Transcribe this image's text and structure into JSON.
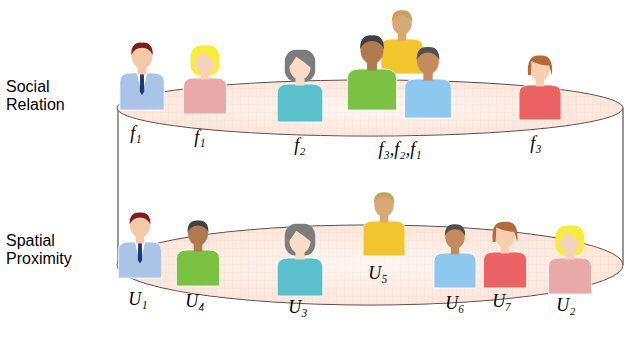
{
  "diagram": {
    "labels": [
      "Social Relation",
      "f₁",
      "f₁",
      "f₂",
      "f₃,f₂,f₁",
      "f₃",
      "Spatial Proximity",
      "U₁",
      "U₄",
      "U₃",
      "U₅",
      "U₆",
      "U₇",
      "U₂"
    ]
  }
}
